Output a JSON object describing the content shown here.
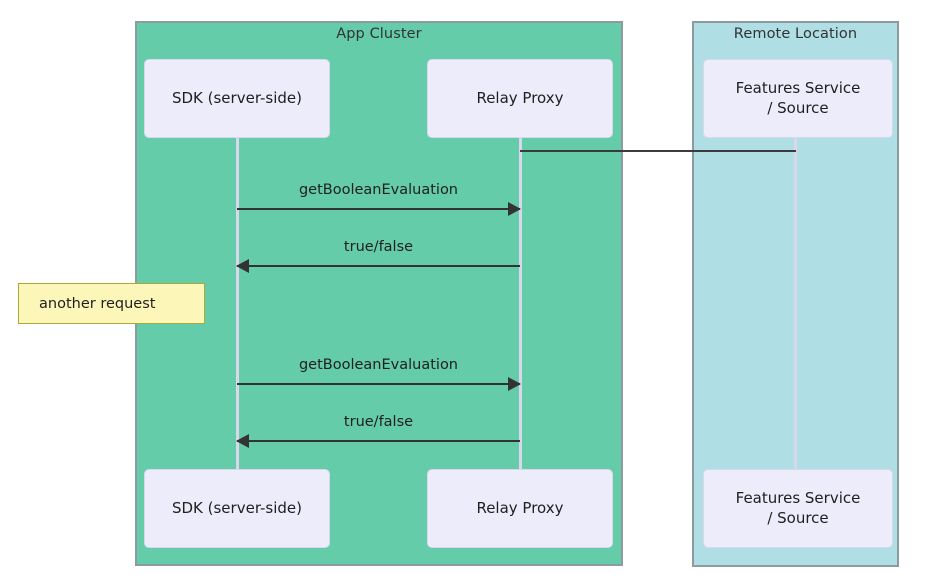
{
  "diagram": {
    "type": "sequence-diagram",
    "groups": [
      {
        "id": "app-cluster",
        "label": "App Cluster",
        "color": "#64cca9"
      },
      {
        "id": "remote-location",
        "label": "Remote Location",
        "color": "#afdee5"
      }
    ],
    "participants": [
      {
        "id": "sdk",
        "label": "SDK (server-side)",
        "group": "app-cluster"
      },
      {
        "id": "relay",
        "label": "Relay Proxy",
        "group": "app-cluster"
      },
      {
        "id": "features",
        "label": "Features Service\n/ Source",
        "label_line1": "Features Service",
        "label_line2": "/ Source",
        "group": "remote-location"
      }
    ],
    "messages": [
      {
        "id": "get-bool-1",
        "label": "getBooleanEvaluation",
        "from": "sdk",
        "to": "relay",
        "direction": "right"
      },
      {
        "id": "true-false-1",
        "label": "true/false",
        "from": "relay",
        "to": "sdk",
        "direction": "left"
      },
      {
        "id": "get-bool-2",
        "label": "getBooleanEvaluation",
        "from": "sdk",
        "to": "relay",
        "direction": "right"
      },
      {
        "id": "true-false-2",
        "label": "true/false",
        "from": "relay",
        "to": "sdk",
        "direction": "left"
      }
    ],
    "connectors": [
      {
        "id": "relay-features",
        "from": "relay",
        "to": "features",
        "label": ""
      }
    ],
    "notes": [
      {
        "id": "another-request",
        "text": "another request",
        "fill": "#fcf6b8",
        "border": "#aaaa33"
      }
    ],
    "colors": {
      "participant_fill": "#ececfb",
      "participant_border": "#d8d8ea",
      "lifeline": "#d8d8ea",
      "arrow": "#333333",
      "group_border": "#8d9aa0",
      "background": "#ffffff"
    }
  }
}
